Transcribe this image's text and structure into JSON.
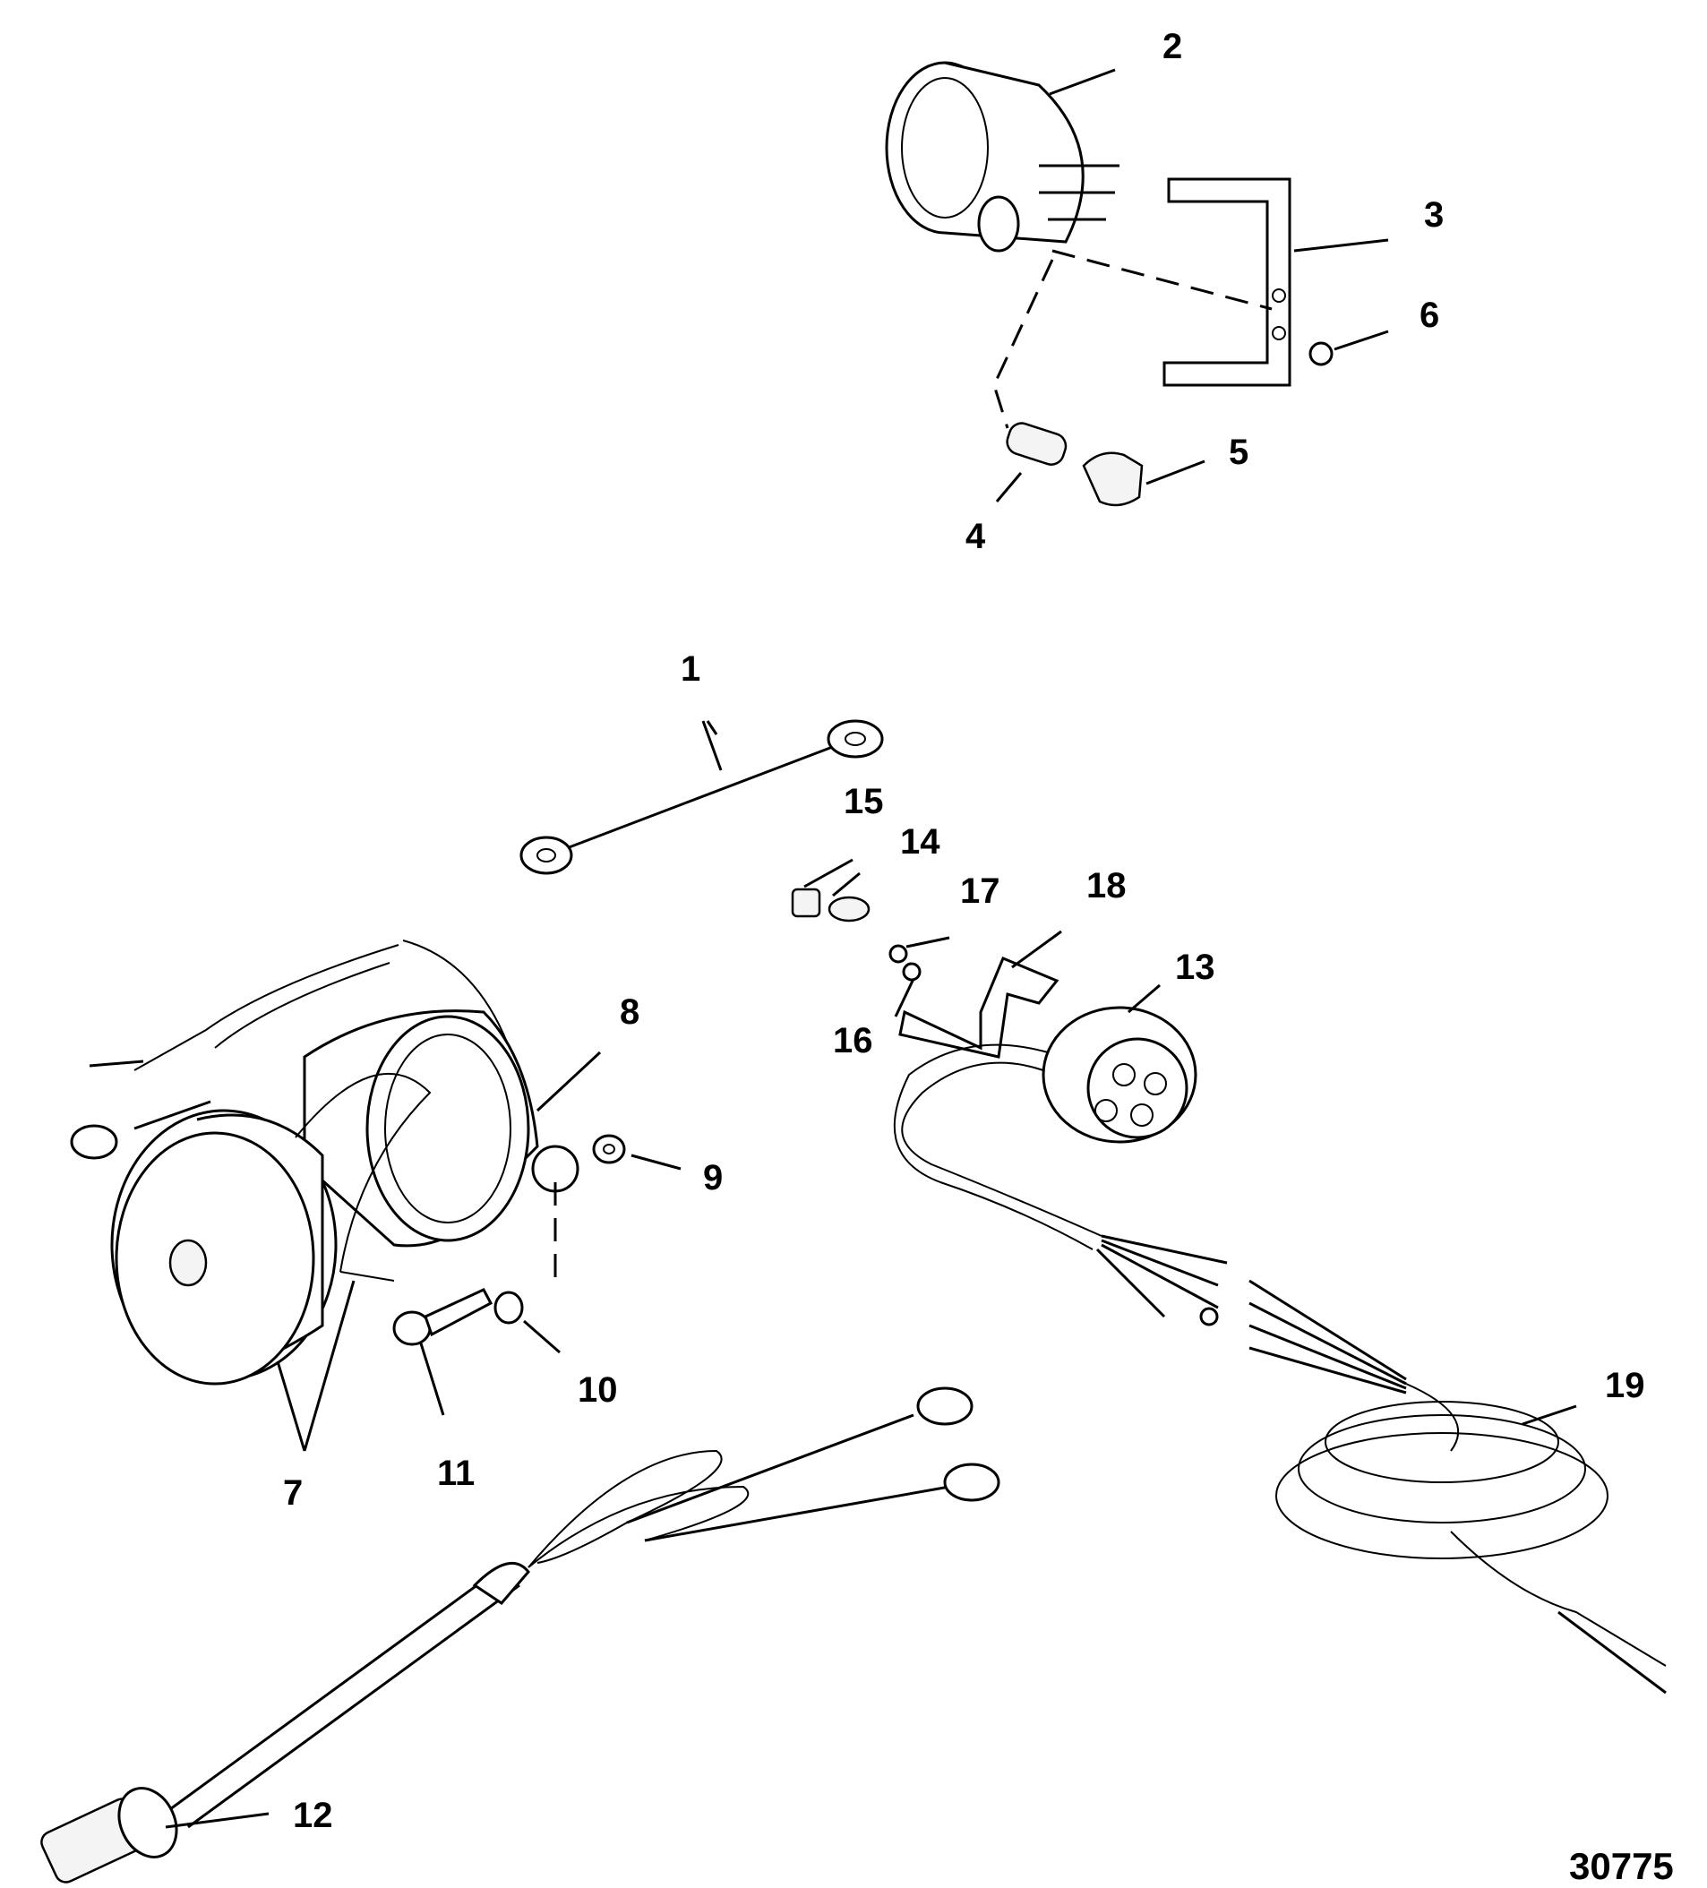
{
  "figure_number": "30775",
  "callouts": {
    "c1": "1",
    "c2": "2",
    "c3": "3",
    "c4": "4",
    "c5": "5",
    "c6": "6",
    "c7": "7",
    "c8": "8",
    "c9": "9",
    "c10": "10",
    "c11": "11",
    "c12": "12",
    "c13": "13",
    "c14": "14",
    "c15": "15",
    "c16": "16",
    "c17": "17",
    "c18": "18",
    "c19": "19"
  }
}
